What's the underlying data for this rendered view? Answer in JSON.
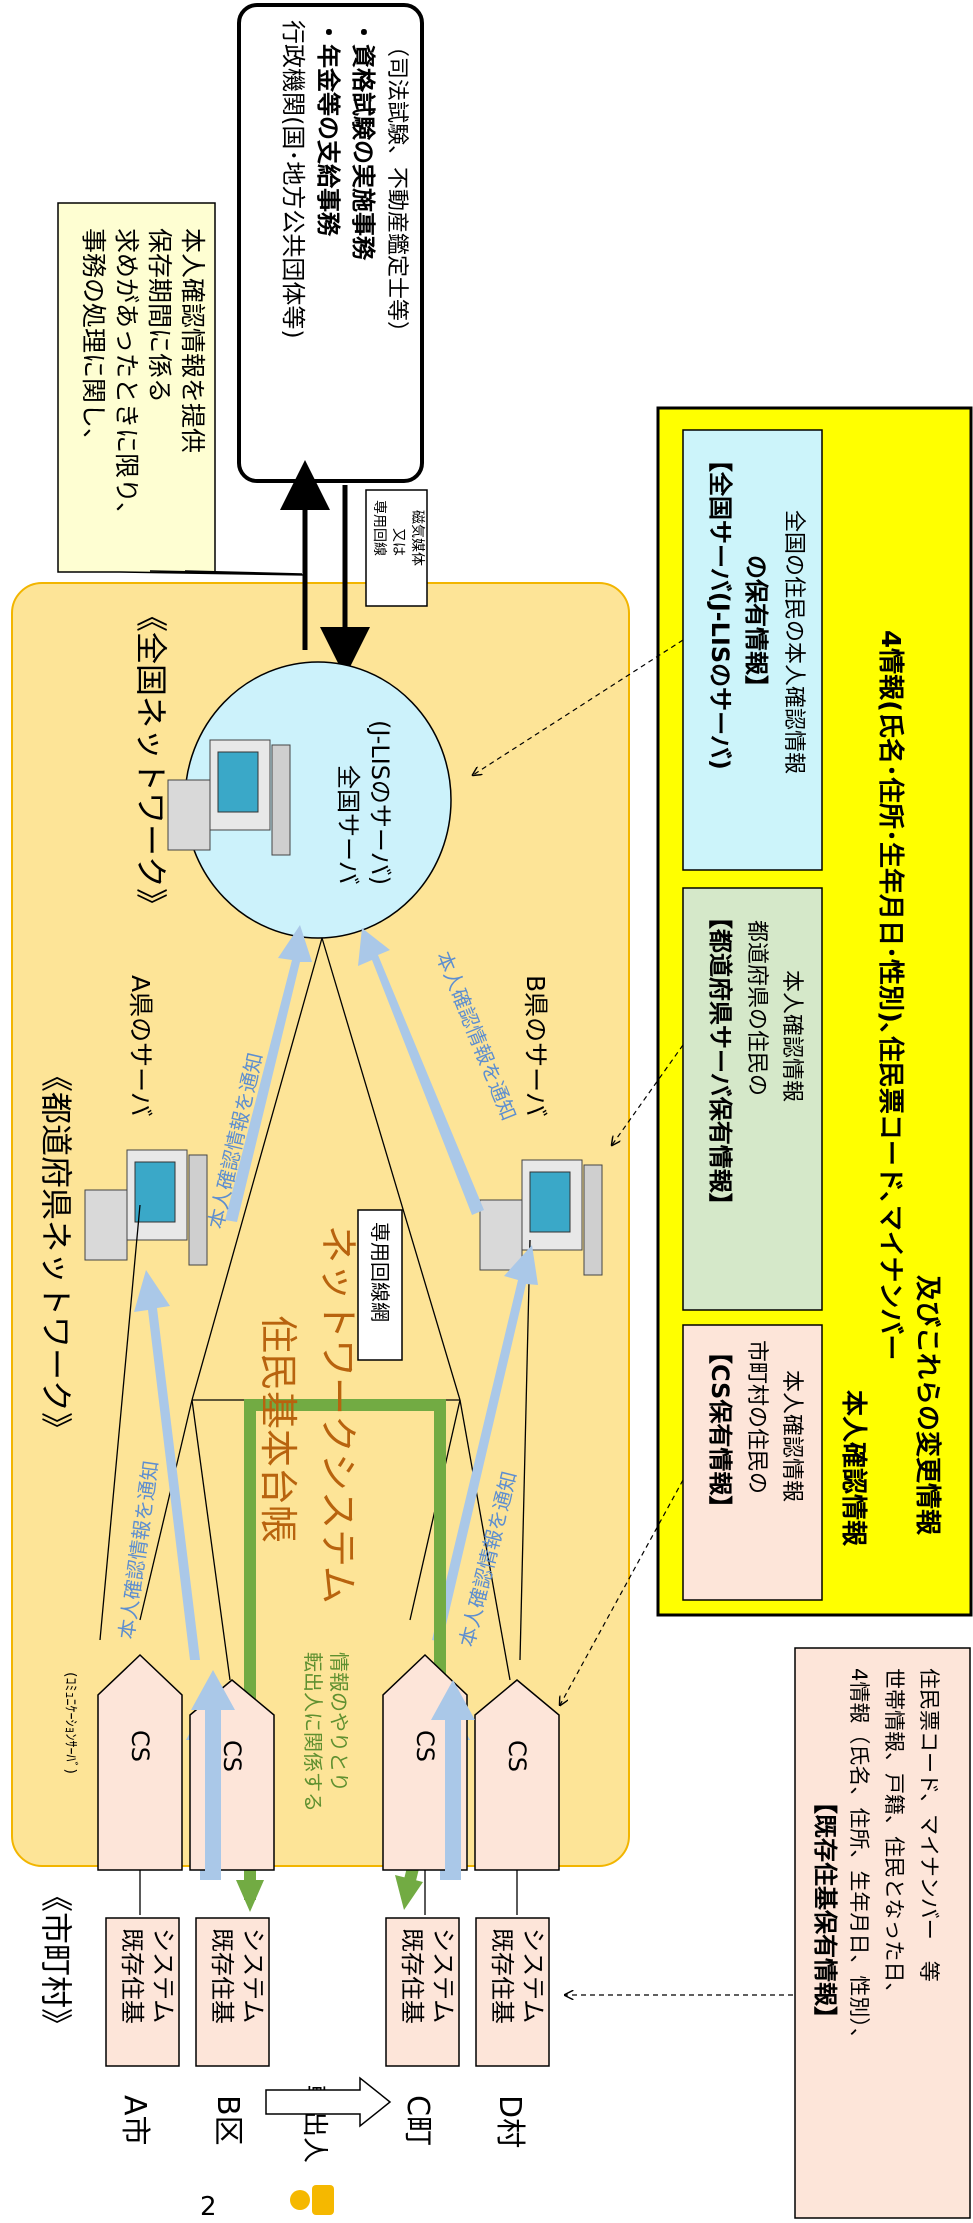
{
  "page_number": "2",
  "network_title": "《全国ネットワーク》",
  "pref_network_title": "《都道府県ネットワーク》",
  "municipality_title": "《市町村》",
  "cs_subtitle": "(ｺﾐｭﾆｹｰｼｮﾝｻｰﾊﾞ)",
  "juki_title": [
    "住民基本台帳",
    "ネットワークシステム"
  ],
  "dedicated_network": "専用回線網",
  "national_server": [
    "全国サーバ",
    "(J-LISのサーバ)"
  ],
  "pref_a_server": "A県のサーバ",
  "pref_b_server": "B県のサーバ",
  "notify_label": "本人確認情報を通知",
  "transfer_label": [
    "転出人に関係する",
    "情報のやりとり"
  ],
  "cs_label": "CS",
  "move_out_label": "転出人",
  "municipalities": [
    "A市",
    "B区",
    "C町",
    "D村"
  ],
  "juki_system": [
    "既存住基",
    "システム"
  ],
  "admin_box": {
    "line1": "行政機関(国･地方公共団体等)",
    "line2": "・年金等の支給事務",
    "line3": "・資格試験の実施事務",
    "line4": "（司法試験、不動産鑑定士等）"
  },
  "provision_callout": [
    "事務の処理に関し、",
    "求めがあったときに限り、",
    "保存期間に係る",
    "本人確認情報を提供"
  ],
  "line_box": [
    "専用回線",
    "又は",
    "磁気媒体"
  ],
  "info_panel": {
    "national_title": [
      "【全国サーバ(J-LISのサーバ)",
      "の保有情報】"
    ],
    "national_desc": "全国の住民の本人確認情報",
    "pref_title": "【都道府県サーバ保有情報】",
    "pref_desc": [
      "都道府県の住民の",
      "本人確認情報"
    ],
    "cs_title": "【CS保有情報】",
    "cs_desc": [
      "市町村の住民の",
      "本人確認情報"
    ],
    "bottom_line1": "本人確認情報",
    "bottom_line2": "4情報(氏名･住所･生年月日･性別)､住民票コード､マイナンバー",
    "bottom_line3": "及びこれらの変更情報"
  },
  "existing_info": {
    "title": "【既存住基保有情報】",
    "line1": "4情報（氏名、住所、生年月日、性別）、",
    "line2": "世帯情報、戸籍、住民となった日、",
    "line3": "住民票コード、マイナンバー　等"
  },
  "colors": {
    "network_bg": "#fde497",
    "network_border": "#f2b500",
    "national_server": "#ccf2fb",
    "info_yellow": "#ffff00",
    "info_cyan": "#ccf4fa",
    "info_green": "#d5e8c9",
    "info_pink": "#fde5d9",
    "callout": "#fefed2",
    "notify_arrow": "#aac8e8",
    "transfer_arrow": "#72ab43",
    "juki_title": "#b8630e",
    "notify_text": "#5d8ed0",
    "transfer_text": "#5f9030"
  }
}
